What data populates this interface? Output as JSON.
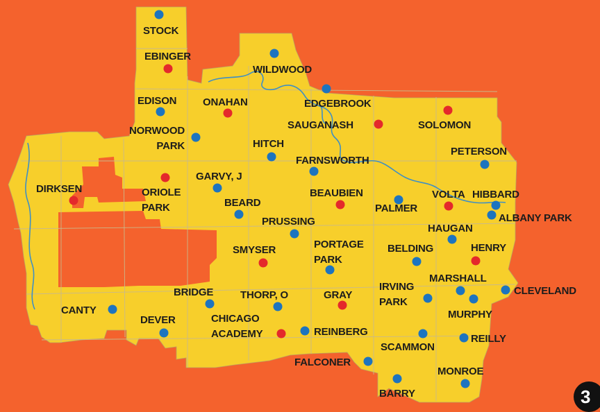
{
  "colors": {
    "background": "#f4622d",
    "region": "#f7cf2b",
    "river": "#3f8fc4",
    "gridline": "#c9b98a",
    "marker_blue": "#1d74bf",
    "marker_red": "#e4292b"
  },
  "page_number": "3",
  "schools": [
    {
      "id": "stock",
      "label": [
        "STOCK"
      ],
      "marker": "blue"
    },
    {
      "id": "ebinger",
      "label": [
        "EBINGER"
      ],
      "marker": "red"
    },
    {
      "id": "wildwood",
      "label": [
        "WILDWOOD"
      ],
      "marker": "blue"
    },
    {
      "id": "edison",
      "label": [
        "EDISON"
      ],
      "marker": "blue"
    },
    {
      "id": "onahan",
      "label": [
        "ONAHAN"
      ],
      "marker": "red"
    },
    {
      "id": "edgebrook",
      "label": [
        "EDGEBROOK"
      ],
      "marker": "blue"
    },
    {
      "id": "norwood-park",
      "label": [
        "NORWOOD",
        "PARK"
      ],
      "marker": "blue"
    },
    {
      "id": "sauganash",
      "label": [
        "SAUGANASH"
      ],
      "marker": "red"
    },
    {
      "id": "solomon",
      "label": [
        "SOLOMON"
      ],
      "marker": "red"
    },
    {
      "id": "hitch",
      "label": [
        "HITCH"
      ],
      "marker": "blue"
    },
    {
      "id": "farnsworth",
      "label": [
        "FARNSWORTH"
      ],
      "marker": "blue"
    },
    {
      "id": "peterson",
      "label": [
        "PETERSON"
      ],
      "marker": "blue"
    },
    {
      "id": "garvy-j",
      "label": [
        "GARVY, J"
      ],
      "marker": "blue"
    },
    {
      "id": "oriole-park",
      "label": [
        "ORIOLE",
        "PARK"
      ],
      "marker": "red"
    },
    {
      "id": "dirksen",
      "label": [
        "DIRKSEN"
      ],
      "marker": "red"
    },
    {
      "id": "beard",
      "label": [
        "BEARD"
      ],
      "marker": "blue"
    },
    {
      "id": "beaubien",
      "label": [
        "BEAUBIEN"
      ],
      "marker": "red"
    },
    {
      "id": "volta",
      "label": [
        "VOLTA"
      ],
      "marker": "red"
    },
    {
      "id": "hibbard",
      "label": [
        "HIBBARD"
      ],
      "marker": "blue"
    },
    {
      "id": "palmer",
      "label": [
        "PALMER"
      ],
      "marker": "blue"
    },
    {
      "id": "albany-park",
      "label": [
        "ALBANY PARK"
      ],
      "marker": "blue"
    },
    {
      "id": "prussing",
      "label": [
        "PRUSSING"
      ],
      "marker": "blue"
    },
    {
      "id": "haugan",
      "label": [
        "HAUGAN"
      ],
      "marker": "blue"
    },
    {
      "id": "smyser",
      "label": [
        "SMYSER"
      ],
      "marker": "red"
    },
    {
      "id": "portage-park",
      "label": [
        "PORTAGE",
        "PARK"
      ],
      "marker": "blue"
    },
    {
      "id": "belding",
      "label": [
        "BELDING"
      ],
      "marker": "blue"
    },
    {
      "id": "henry",
      "label": [
        "HENRY"
      ],
      "marker": "red"
    },
    {
      "id": "marshall",
      "label": [
        "MARSHALL"
      ],
      "marker": "blue"
    },
    {
      "id": "bridge",
      "label": [
        "BRIDGE"
      ],
      "marker": "blue"
    },
    {
      "id": "thorp-o",
      "label": [
        "THORP, O"
      ],
      "marker": "blue"
    },
    {
      "id": "gray",
      "label": [
        "GRAY"
      ],
      "marker": "red"
    },
    {
      "id": "irving-park",
      "label": [
        "IRVING",
        "PARK"
      ],
      "marker": "blue"
    },
    {
      "id": "cleveland",
      "label": [
        "CLEVELAND"
      ],
      "marker": "blue"
    },
    {
      "id": "canty",
      "label": [
        "CANTY"
      ],
      "marker": "blue"
    },
    {
      "id": "murphy",
      "label": [
        "MURPHY"
      ],
      "marker": "blue"
    },
    {
      "id": "dever",
      "label": [
        "DEVER"
      ],
      "marker": "blue"
    },
    {
      "id": "chicago-academy",
      "label": [
        "CHICAGO",
        "ACADEMY"
      ],
      "marker": "red"
    },
    {
      "id": "reinberg",
      "label": [
        "REINBERG"
      ],
      "marker": "blue"
    },
    {
      "id": "reilly",
      "label": [
        "REILLY"
      ],
      "marker": "blue"
    },
    {
      "id": "scammon",
      "label": [
        "SCAMMON"
      ],
      "marker": "blue"
    },
    {
      "id": "falconer",
      "label": [
        "FALCONER"
      ],
      "marker": "blue"
    },
    {
      "id": "monroe",
      "label": [
        "MONROE"
      ],
      "marker": "blue"
    },
    {
      "id": "barry",
      "label": [
        "BARRY"
      ],
      "marker": "blue"
    }
  ]
}
